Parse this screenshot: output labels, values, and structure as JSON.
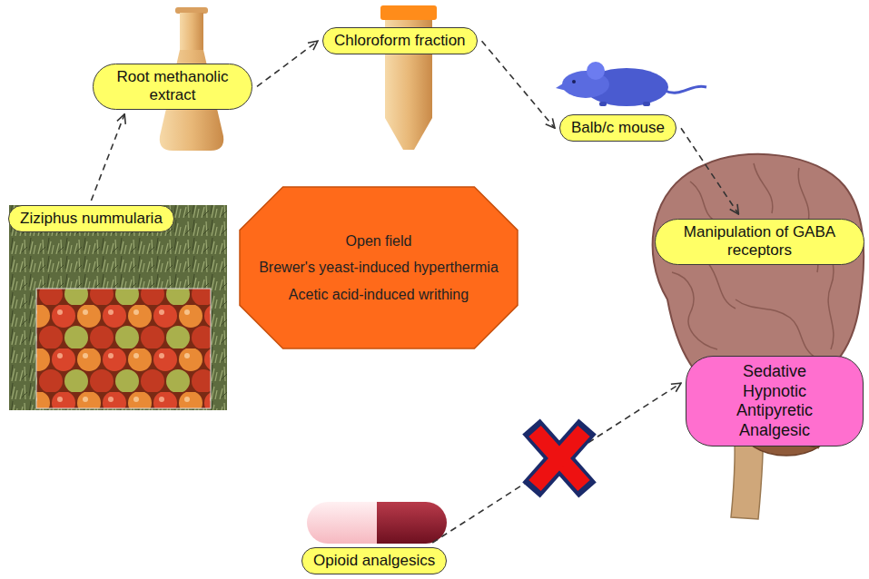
{
  "diagram": {
    "nodes": [
      {
        "text": [
          "Ziziphus nummularia"
        ]
      },
      {
        "text": [
          "Root methanolic extract"
        ]
      },
      {
        "text": [
          "Chloroform fraction"
        ]
      },
      {
        "text": [
          "Balb/c mouse"
        ]
      },
      {
        "text": [
          "Open field",
          "Brewer's yeast-induced hyperthermia",
          "Acetic acid-induced writhing"
        ]
      },
      {
        "text": [
          "Manipulation of GABA receptors"
        ]
      },
      {
        "text": [
          "Sedative",
          "Hypnotic",
          "Antipyretic",
          "Analgesic"
        ]
      },
      {
        "text": [
          "Opioid analgesics"
        ]
      }
    ],
    "edges": [
      {
        "from": 0,
        "to": 1,
        "arrow": "to"
      },
      {
        "from": 1,
        "to": 2,
        "arrow": "to"
      },
      {
        "from": 2,
        "to": 3,
        "arrow": "to"
      },
      {
        "from": 3,
        "to": 5,
        "arrow": "to"
      },
      {
        "from": 7,
        "to": 6,
        "arrow": "to"
      }
    ]
  }
}
